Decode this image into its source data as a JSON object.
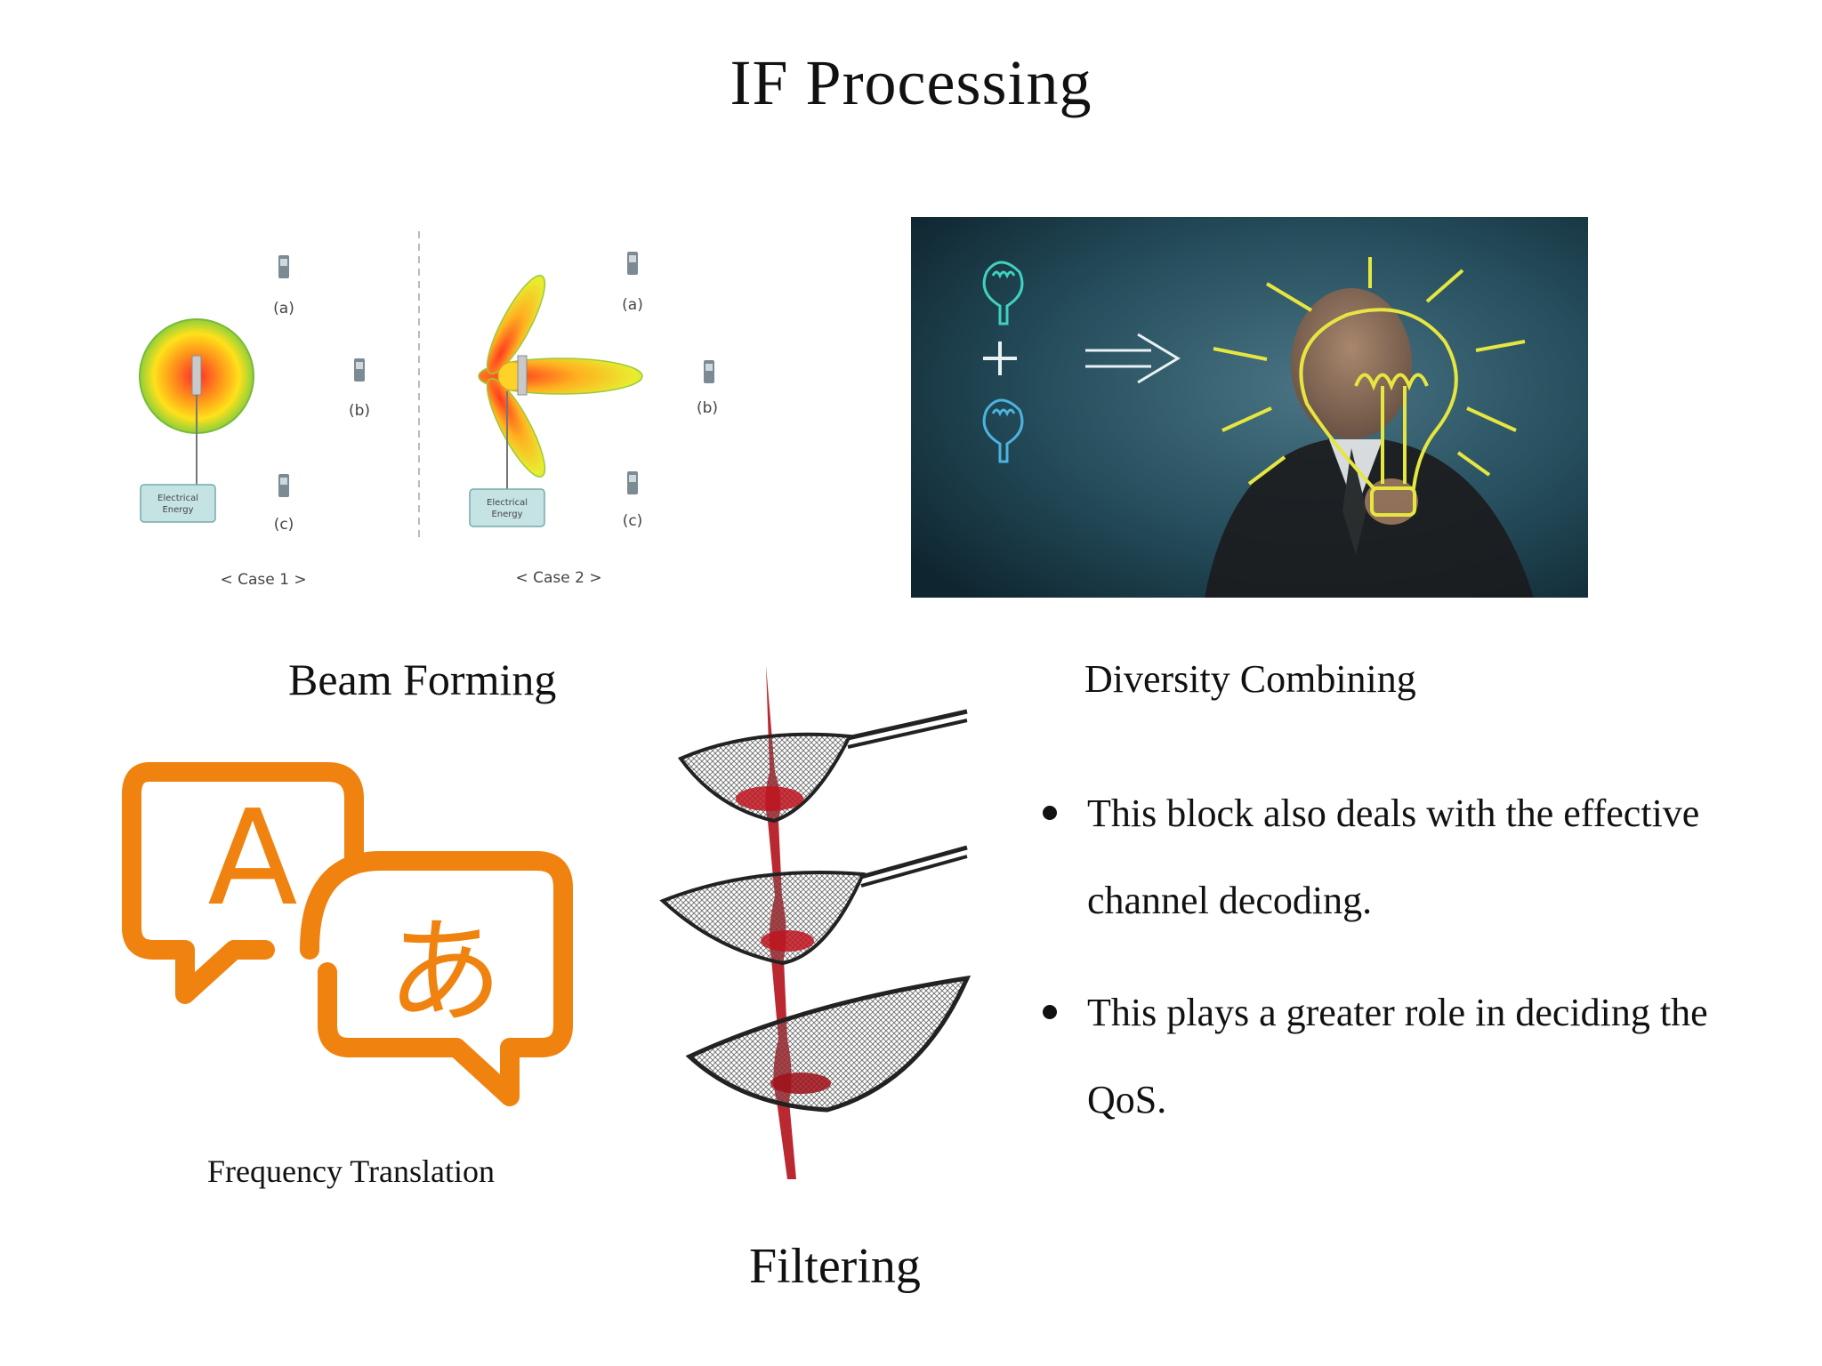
{
  "slide": {
    "title": "IF Processing",
    "captions": {
      "beam_forming": "Beam Forming",
      "diversity_combining": "Diversity Combining",
      "frequency_translation": "Frequency Translation",
      "filtering": "Filtering"
    },
    "bullets": [
      "This block also deals with the effective channel decoding.",
      "This plays a greater role  in deciding the QoS."
    ]
  },
  "beam_diagram": {
    "case1_label": "< Case 1 >",
    "case2_label": "< Case 2 >",
    "device_labels": [
      "(a)",
      "(b)",
      "(c)"
    ],
    "energy_label_line1": "Electrical",
    "energy_label_line2": "Energy"
  },
  "translation_icon": {
    "glyph_latin": "A",
    "glyph_japanese": "あ",
    "color": "#F0820F"
  },
  "colors": {
    "diversity_bg": "#1f4552",
    "bulb_yellow": "#e6e640",
    "bulb_cyan": "#3fd1c0",
    "wine_red": "#b3121b"
  }
}
